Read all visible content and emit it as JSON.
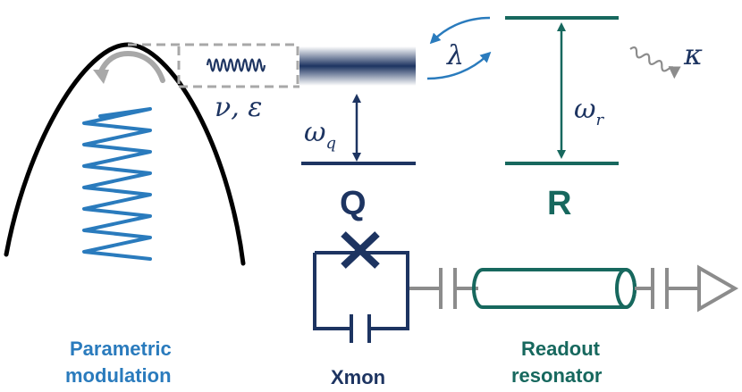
{
  "colors": {
    "blue": "#2a7bbd",
    "navy": "#1d3461",
    "teal": "#17685e",
    "black": "#000000",
    "grey": "#8c8c8c",
    "light_grey": "#a8a8a8"
  },
  "labels": {
    "modulation_params": "ν, ε",
    "qubit_frequency_symbol": "ω",
    "qubit_frequency_subscript": "q",
    "resonator_frequency_symbol": "ω",
    "resonator_frequency_subscript": "r",
    "coupling": "λ",
    "decay": "κ",
    "qubit_letter": "Q",
    "resonator_letter": "R",
    "parametric_line1": "Parametric",
    "parametric_line2": "modulation",
    "xmon": "Xmon",
    "readout_line1": "Readout",
    "readout_line2": "resonator"
  },
  "icons": {
    "junction": "cross-josephson-junction-icon",
    "decay_arrow": "squiggle-arrow-icon",
    "output": "triangle-output-icon"
  }
}
